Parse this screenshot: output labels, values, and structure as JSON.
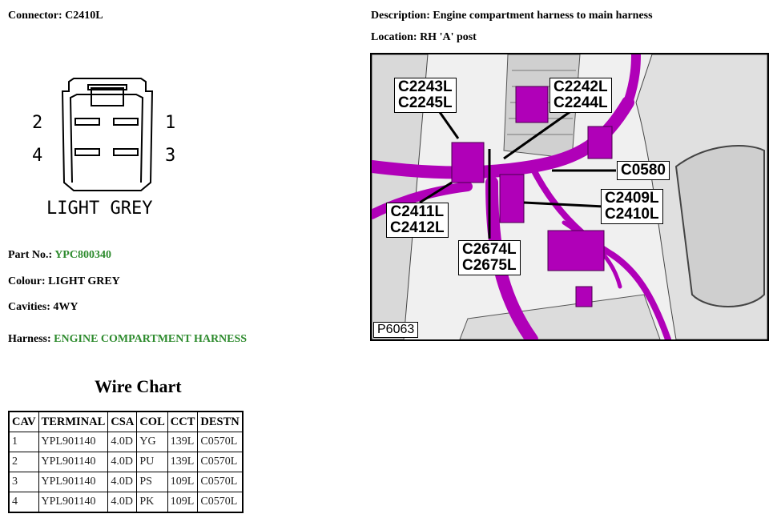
{
  "connector": {
    "label": "Connector:",
    "id": "C2410L",
    "face_color_text": "LIGHT GREY",
    "pin_numbers": [
      "2",
      "1",
      "4",
      "3"
    ]
  },
  "description": {
    "label": "Description:",
    "text": "Engine compartment harness to main harness"
  },
  "location": {
    "label": "Location:",
    "text": "RH 'A' post"
  },
  "part_no": {
    "label": "Part No.:",
    "value": "YPC800340",
    "value_color": "#2e8b2e"
  },
  "colour": {
    "label": "Colour:",
    "value": "LIGHT GREY"
  },
  "cavities": {
    "label": "Cavities:",
    "value": "4WY"
  },
  "harness": {
    "label": "Harness:",
    "value": "ENGINE COMPARTMENT HARNESS",
    "value_color": "#2e8b2e"
  },
  "photo": {
    "id": "P6063",
    "harness_color": "#b000b8",
    "callouts": [
      "C2243L\nC2245L",
      "C2242L\nC2244L",
      "C0580",
      "C2409L\nC2410L",
      "C2411L\nC2412L",
      "C2674L\nC2675L"
    ]
  },
  "wire_chart": {
    "title": "Wire Chart",
    "headers": [
      "CAV",
      "TERMINAL",
      "CSA",
      "COL",
      "CCT",
      "DESTN"
    ],
    "rows": [
      [
        "1",
        "YPL901140",
        "4.0D",
        "YG",
        "139L",
        "C0570L"
      ],
      [
        "2",
        "YPL901140",
        "4.0D",
        "PU",
        "139L",
        "C0570L"
      ],
      [
        "3",
        "YPL901140",
        "4.0D",
        "PS",
        "109L",
        "C0570L"
      ],
      [
        "4",
        "YPL901140",
        "4.0D",
        "PK",
        "109L",
        "C0570L"
      ]
    ]
  }
}
